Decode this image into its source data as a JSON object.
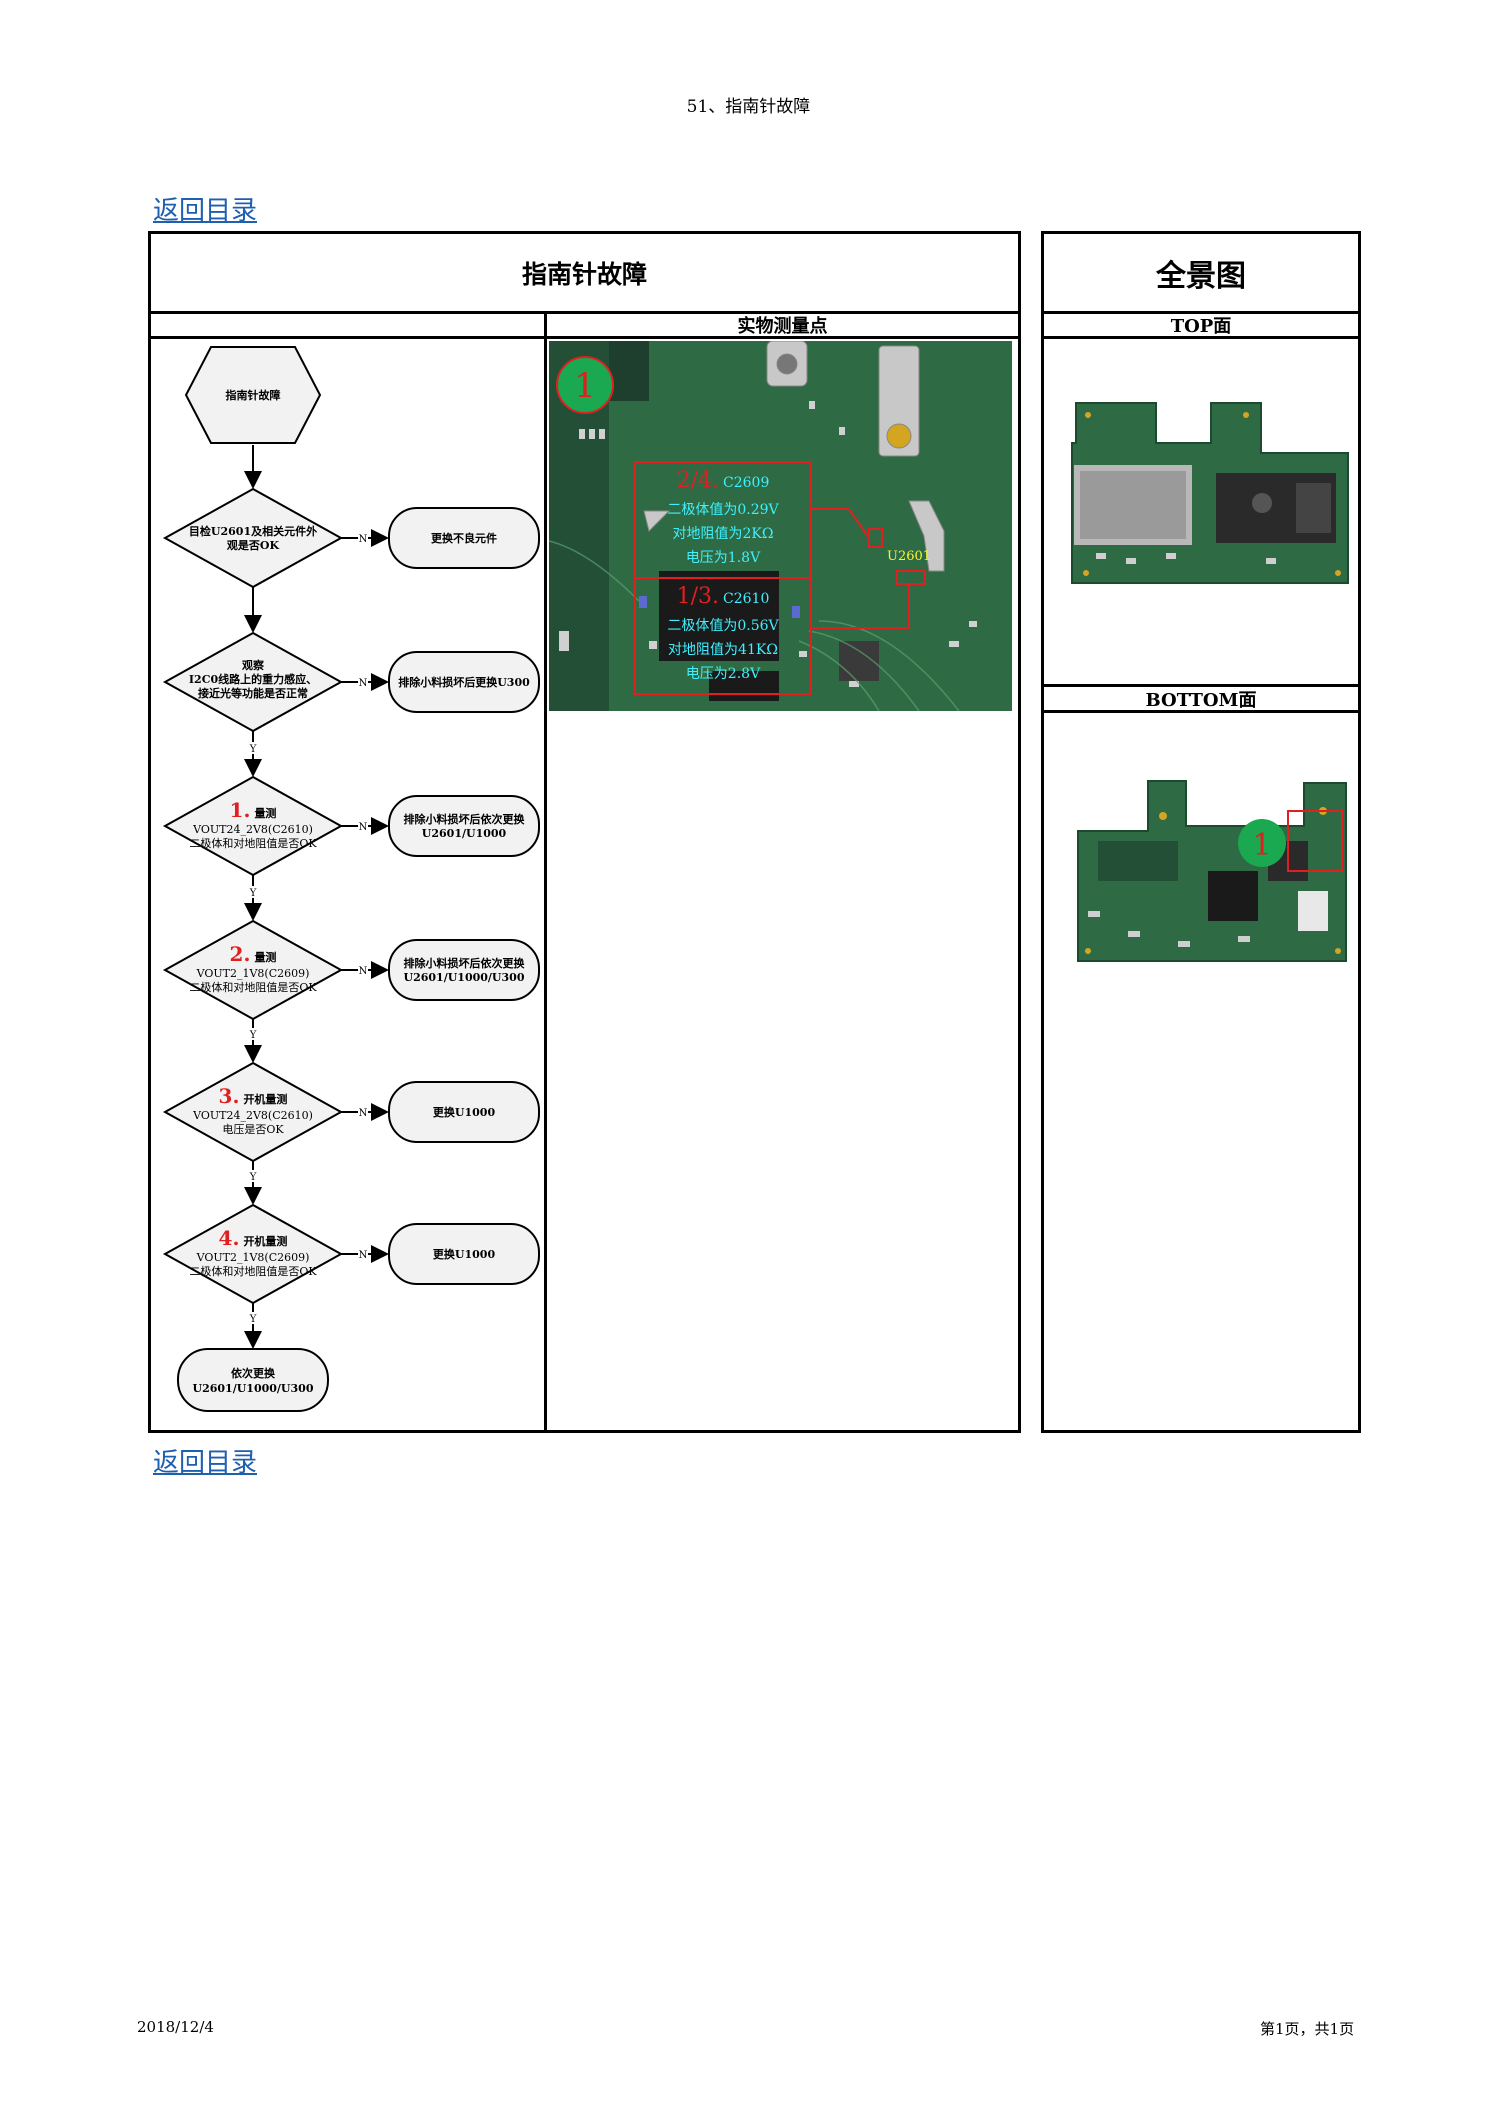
{
  "header": {
    "page_title": "51、指南针故障"
  },
  "links": {
    "back_top": "返回目录",
    "back_bottom": "返回目录"
  },
  "table": {
    "main_title": "指南针故障",
    "panorama_title": "全景图",
    "measure_header": "实物测量点",
    "top_label": "TOP面",
    "bottom_label": "BOTTOM面"
  },
  "flow": {
    "start": "指南针故障",
    "d1": [
      "目检U2601及相关元件外",
      "观是否OK"
    ],
    "r1": "更换不良元件",
    "d2": [
      "观察",
      "I2C0线路上的重力感应、",
      "接近光等功能是否正常"
    ],
    "r2": "排除小料损坏后更换U300",
    "d3": {
      "num": "1.",
      "title": "量测",
      "l1": "VOUT24_2V8(C2610)",
      "l2": "二极体和对地阻值是否OK"
    },
    "r3": [
      "排除小料损坏后依次更换",
      "U2601/U1000"
    ],
    "d4": {
      "num": "2.",
      "title": "量测",
      "l1": "VOUT2_1V8(C2609)",
      "l2": "二极体和对地阻值是否OK"
    },
    "r4": [
      "排除小料损坏后依次更换",
      "U2601/U1000/U300"
    ],
    "d5": {
      "num": "3.",
      "title": "开机量测",
      "l1": "VOUT24_2V8(C2610)",
      "l2": "电压是否OK"
    },
    "r5": "更换U1000",
    "d6": {
      "num": "4.",
      "title": "开机量测",
      "l1": "VOUT2_1V8(C2609)",
      "l2": "二极体和对地阻值是否OK"
    },
    "r6": "更换U1000",
    "end": [
      "依次更换",
      "U2601/U1000/U300"
    ],
    "no": "N",
    "yes": "Y"
  },
  "photo": {
    "marker": "1",
    "c2609": {
      "num": "2/4.",
      "ref": "C2609",
      "l1": "二极体值为0.29V",
      "l2": "对地阻值为2KΩ",
      "l3": "电压为1.8V"
    },
    "c2610": {
      "num": "1/3.",
      "ref": "C2610",
      "l1": "二极体值为0.56V",
      "l2": "对地阻值为41KΩ",
      "l3": "电压为2.8V"
    },
    "u2601": "U2601"
  },
  "bottom_marker": "1",
  "footer": {
    "date": "2018/12/4",
    "page": "第1页，共1页"
  },
  "colors": {
    "link": "#1f5fb0",
    "pcb": "#2e6b45",
    "marker_green": "#1aa851",
    "marker_red": "#e02020",
    "annot_cyan": "#3ff0ff",
    "annot_yellow": "#f5f53a",
    "flow_fill": "#f2f2f2"
  }
}
